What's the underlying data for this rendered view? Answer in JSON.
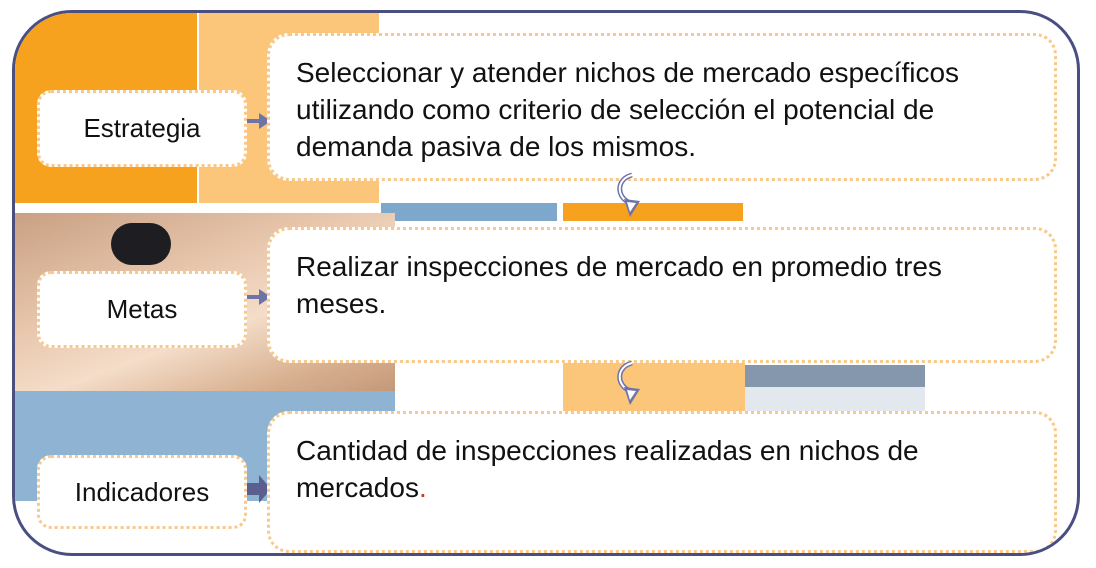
{
  "strategy": {
    "label": "Estrategia",
    "text": "Seleccionar y atender nichos de mercado específicos utilizando como criterio de selección el potencial de demanda pasiva de los mismos."
  },
  "goals": {
    "label": "Metas",
    "text": "Realizar inspecciones de mercado en promedio tres meses."
  },
  "indicators": {
    "label": "Indicadores",
    "text": "Cantidad de inspecciones realizadas en nichos de mercados",
    "text_end": "."
  },
  "colors": {
    "frame": "#4a4f82",
    "orange": "#f6a21e",
    "light_orange": "#fbc57a",
    "blue": "#7ea7cc",
    "gray_blue": "#8597ad",
    "dotted_border": "#f8c98a",
    "arrow": "#6e73a8"
  }
}
